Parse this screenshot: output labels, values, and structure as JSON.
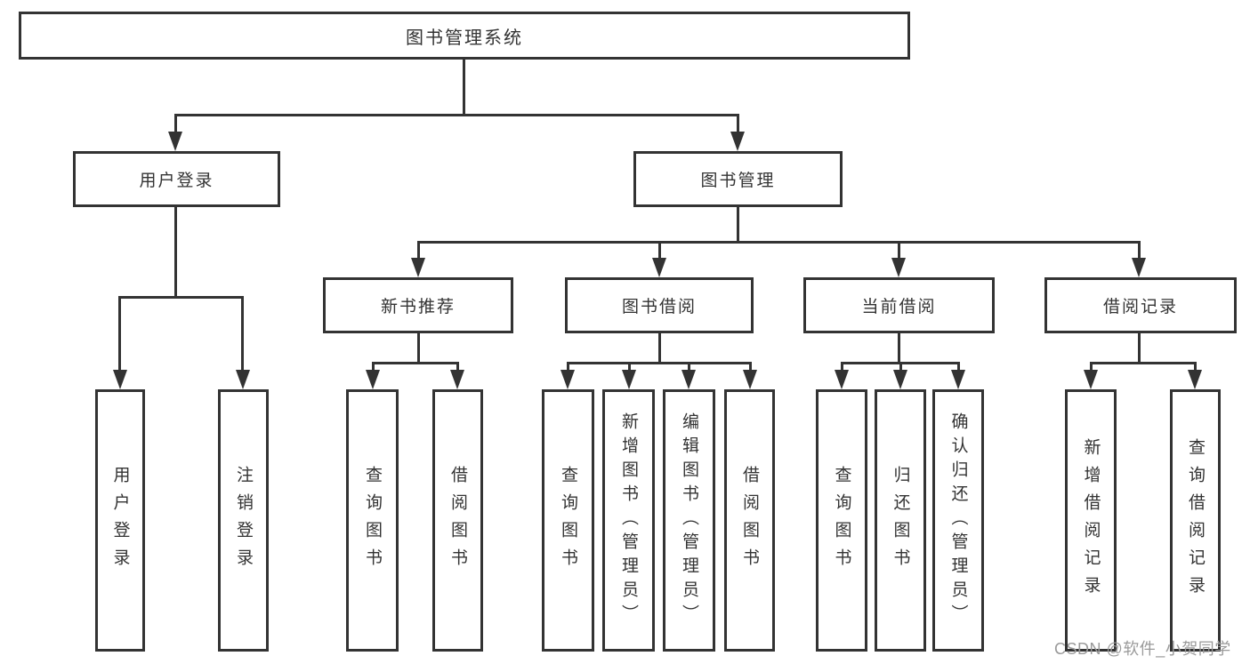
{
  "nodes": {
    "root": "图书管理系统",
    "user_login": {
      "label": "用户登录",
      "children": [
        "用户登录",
        "注销登录"
      ]
    },
    "book_mgmt": {
      "label": "图书管理"
    },
    "new_book": {
      "label": "新书推荐",
      "children": [
        "查询图书",
        "借阅图书"
      ]
    },
    "borrow": {
      "label": "图书借阅",
      "children": [
        "查询图书",
        "新增图书（管理员）",
        "编辑图书（管理员）",
        "借阅图书"
      ]
    },
    "current": {
      "label": "当前借阅",
      "children": [
        "查询图书",
        "归还图书",
        "确认归还（管理员）"
      ]
    },
    "records": {
      "label": "借阅记录",
      "children": [
        "新增借阅记录",
        "查询借阅记录"
      ]
    }
  },
  "watermark": "CSDN @软件_小贺同学",
  "colors": {
    "line": "#333333",
    "text": "#333333",
    "background": "#ffffff",
    "watermark_text": "#9a9a9a"
  }
}
